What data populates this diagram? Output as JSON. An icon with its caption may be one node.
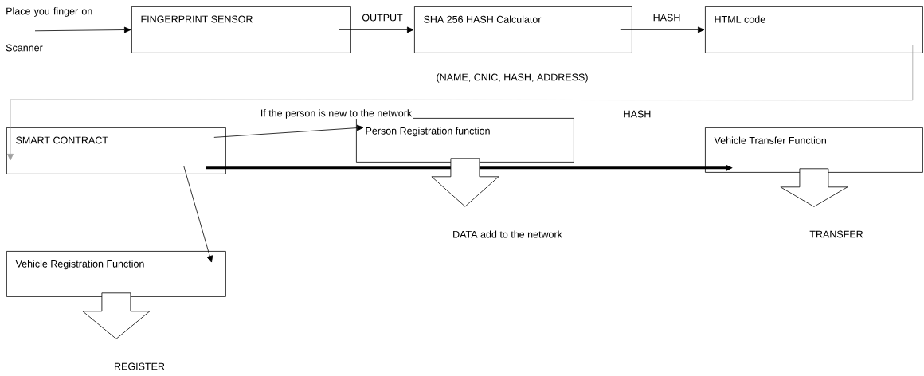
{
  "diagram": {
    "nodes": [
      {
        "text": [
          "Place you finger on Scanner"
        ]
      },
      {
        "text": [
          "FINGERPRINT SENSOR"
        ]
      },
      {
        "text": [
          "SHA 256 HASH Calculator"
        ],
        "beside": [
          "(NAME, CNIC, HASH, ADDRESS)"
        ]
      },
      {
        "text": [
          "HTML code"
        ]
      },
      {
        "text": [
          "SMART CONTRACT"
        ]
      },
      {
        "text": [
          "Person Registration function"
        ]
      },
      {
        "text": [
          "Vehicle Transfer Function"
        ]
      },
      {
        "text": [
          "Vehicle Registration Function"
        ]
      },
      {
        "text": [
          "DATA add to the network"
        ]
      },
      {
        "text": [
          "TRANSFER"
        ]
      },
      {
        "text": [
          "REGISTER"
        ]
      }
    ],
    "edges": [
      {
        "from": 0,
        "to": 1,
        "arrow": "to"
      },
      {
        "from": 1,
        "to": 2,
        "arrow": "to",
        "label": "OUTPUT"
      },
      {
        "from": 2,
        "to": 3,
        "arrow": "to",
        "label": "HASH"
      },
      {
        "from": 3,
        "to": 4,
        "arrow": "to",
        "label": "HASH",
        "color": "#a0a0a0"
      },
      {
        "from": 4,
        "to": 5,
        "arrow": "to",
        "label": "If the person is new to the network"
      },
      {
        "from": 4,
        "to": 6,
        "arrow": "to",
        "style": "thick"
      },
      {
        "from": 4,
        "to": 7,
        "arrow": "to"
      },
      {
        "from": 5,
        "to": 8,
        "arrow": "to"
      },
      {
        "from": 6,
        "to": 9,
        "arrow": "to"
      },
      {
        "from": 7,
        "to": 10,
        "arrow": "to"
      }
    ]
  }
}
